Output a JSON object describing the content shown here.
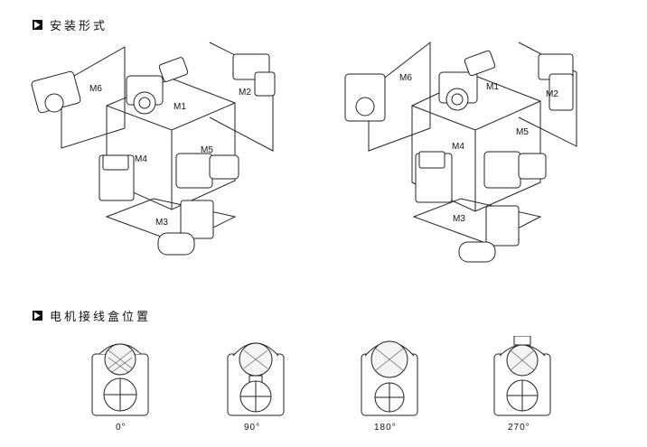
{
  "sections": {
    "mounting_title": "安装形式",
    "terminal_box_title": "电机接线盒位置"
  },
  "mounting_positions": {
    "left": [
      "M6",
      "M1",
      "M2",
      "M4",
      "M5",
      "M3"
    ],
    "right": [
      "M6",
      "M1",
      "M2",
      "M4",
      "M5",
      "M3"
    ]
  },
  "box_angles": [
    "0°",
    "90°",
    "180°",
    "270°"
  ],
  "icons": {
    "bullet": "arrow-bullet-icon"
  }
}
